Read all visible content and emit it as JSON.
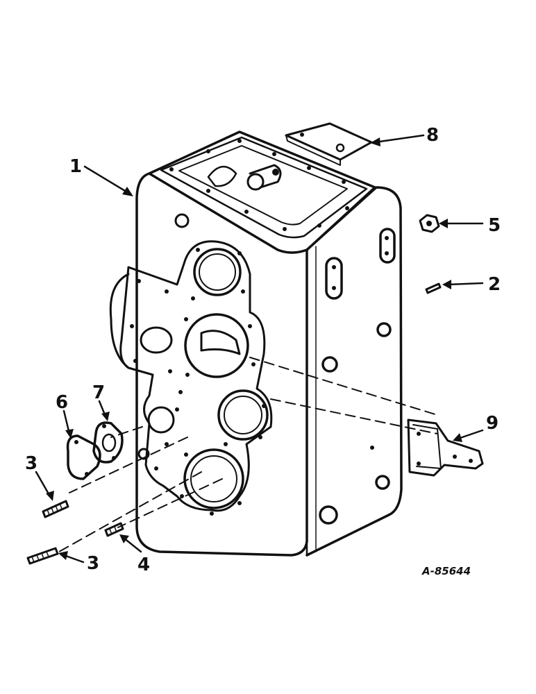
{
  "figure_ref": "A-85644",
  "callouts": {
    "housing": "1",
    "pin": "2",
    "stud_lower_left": "3",
    "stud_bottom": "3",
    "stud_short": "4",
    "nut": "5",
    "cover": "6",
    "gasket": "7",
    "top_plate": "8",
    "bracket": "9"
  }
}
